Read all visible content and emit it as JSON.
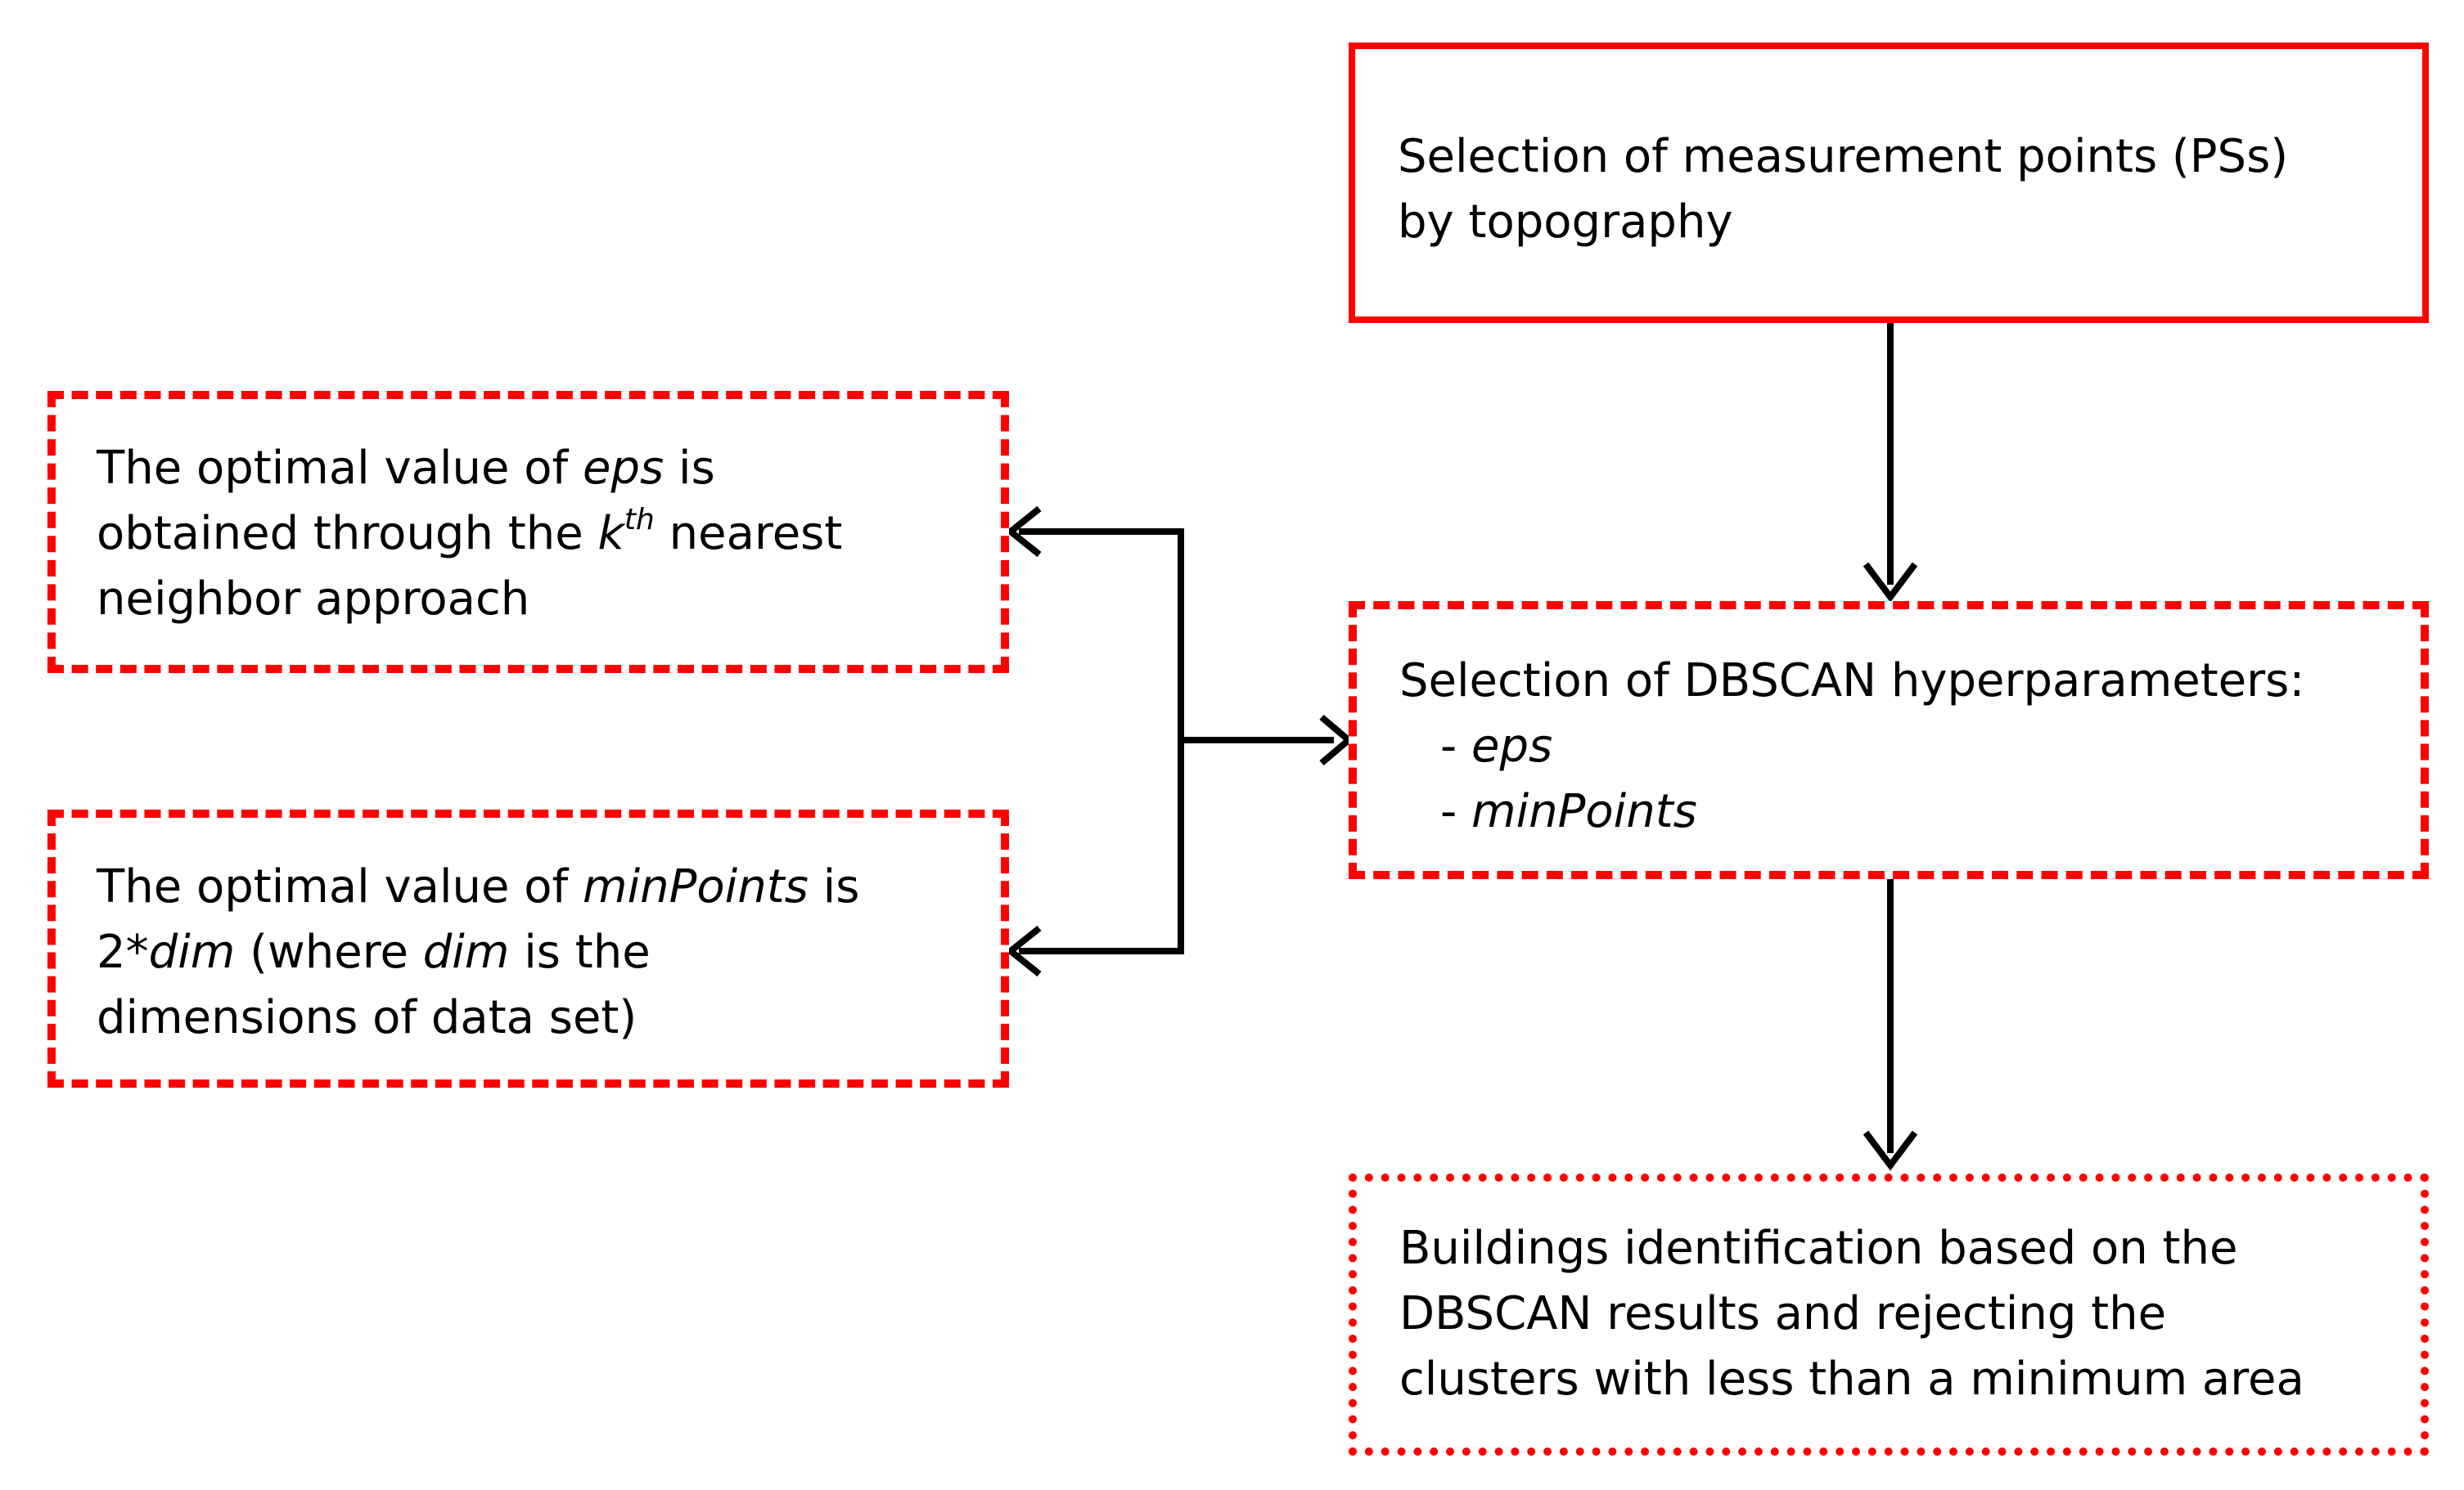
{
  "colors": {
    "box_border": "#ff0000",
    "arrow": "#000000",
    "text": "#000000",
    "background": "#ffffff"
  },
  "boxes": {
    "selection_points": {
      "style": "solid",
      "line1": "Selection of measurement points (PSs)",
      "line2": "by topography"
    },
    "dbscan_params": {
      "style": "dashed",
      "title": "Selection of DBSCAN hyperparameters:",
      "item1_dash": "- ",
      "item1": "eps",
      "item2_dash": "- ",
      "item2": "minPoints"
    },
    "buildings": {
      "style": "dotted",
      "line1": "Buildings identification based on the",
      "line2": "DBSCAN results and rejecting the",
      "line3": "clusters with less than a minimum area"
    },
    "eps_method": {
      "style": "dashed",
      "l1_pre": "The optimal value of ",
      "l1_em": "eps",
      "l1_post": " is",
      "l2_pre": "obtained through the ",
      "l2_k": "k",
      "l2_sup": "th",
      "l2_post": " nearest",
      "line3": "neighbor approach"
    },
    "minpoints_method": {
      "style": "dashed",
      "l1_pre": "The optimal value of ",
      "l1_em": "minPoints",
      "l1_post": " is",
      "l2_pre": "2*",
      "l2_em": "dim",
      "l2_mid": " (where ",
      "l2_em2": "dim",
      "l2_post": " is the",
      "line3": "dimensions of data set)"
    }
  }
}
